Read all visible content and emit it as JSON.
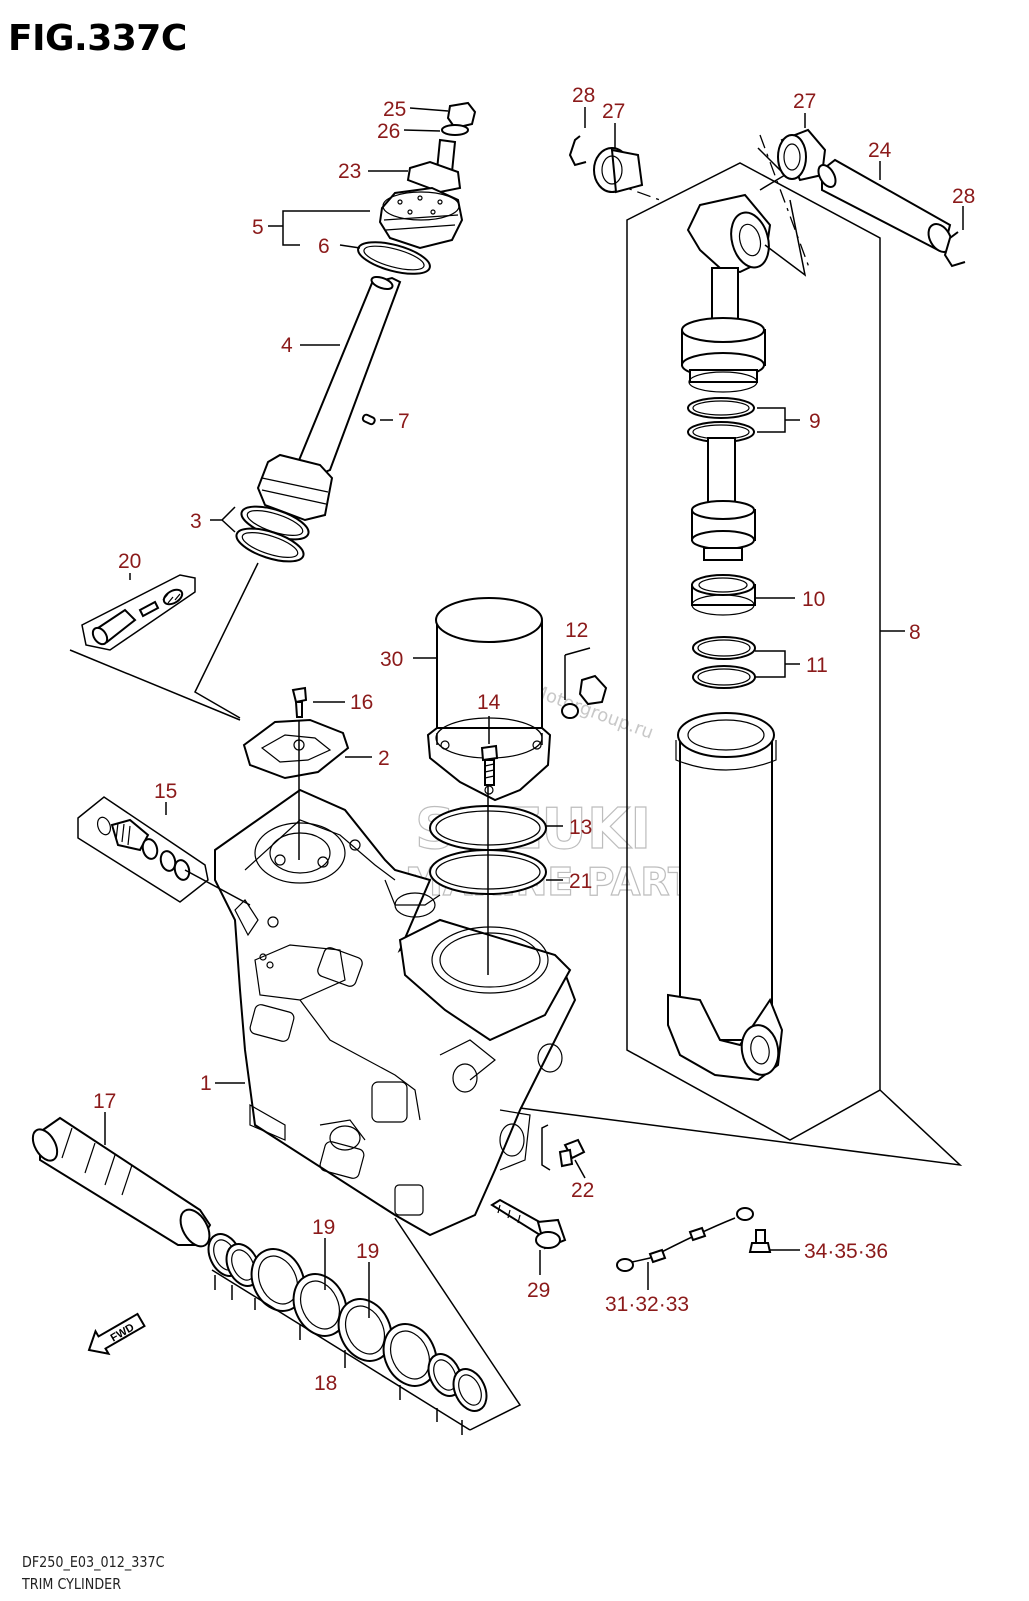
{
  "figure": {
    "title": "FIG.337C",
    "code": "DF250_E03_012_337C",
    "name": "TRIM CYLINDER"
  },
  "watermark": {
    "brand": "SUZUKI",
    "line2": "MARINE PARTS",
    "site": "Motorgroup.ru"
  },
  "fwd_label": "FWD",
  "callouts": [
    "25",
    "26",
    "23",
    "5",
    "6",
    "4",
    "7",
    "3",
    "20",
    "16",
    "2",
    "15",
    "17",
    "1",
    "19",
    "19",
    "18",
    "28",
    "27",
    "27",
    "24",
    "28",
    "9",
    "10",
    "12",
    "30",
    "14",
    "11",
    "8",
    "13",
    "21",
    "22",
    "29",
    "31·32·33",
    "34·35·36"
  ],
  "colors": {
    "callout": "#8b1a1a",
    "line": "#000000",
    "watermark": "#bdbdbd"
  }
}
